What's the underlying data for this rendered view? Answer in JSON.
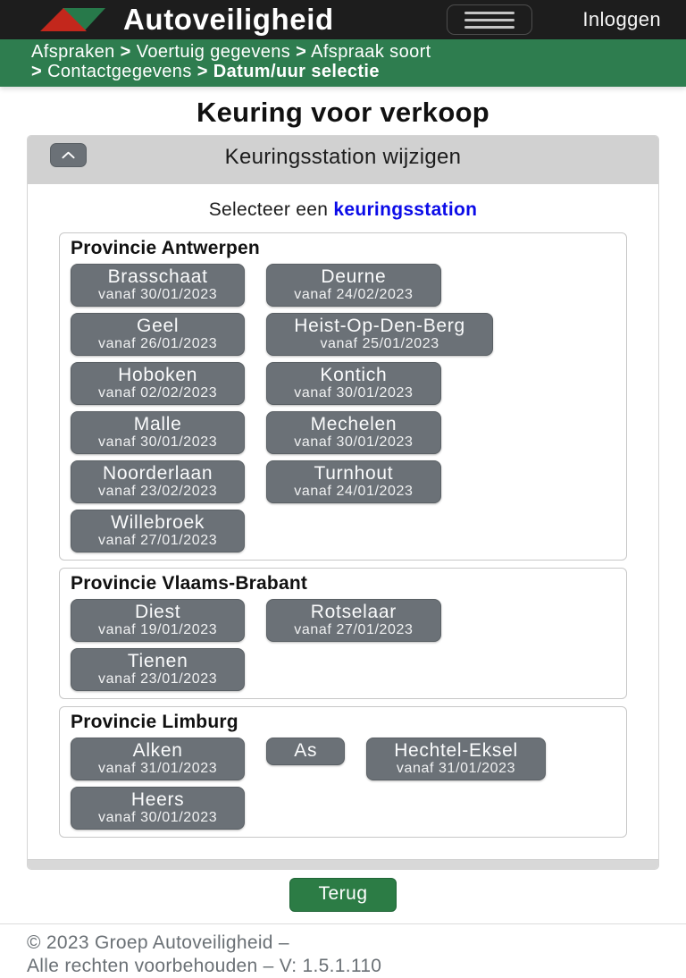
{
  "header": {
    "brand": "Autoveiligheid",
    "login_label": "Inloggen"
  },
  "breadcrumb": {
    "separator": ">",
    "items": [
      "Afspraken",
      "Voertuig gegevens",
      "Afspraak soort",
      "Contactgegevens",
      "Datum/uur selectie"
    ]
  },
  "page": {
    "title": "Keuring voor verkoop"
  },
  "panel": {
    "header_title": "Keuringsstation wijzigen",
    "prompt_prefix": "Selecteer een ",
    "prompt_link": "keuringsstation",
    "provinces": [
      {
        "name": "Provincie Antwerpen",
        "stations": [
          {
            "name": "Brasschaat",
            "vanaf": "vanaf 30/01/2023"
          },
          {
            "name": "Deurne",
            "vanaf": "vanaf 24/02/2023"
          },
          {
            "name": "Geel",
            "vanaf": "vanaf 26/01/2023"
          },
          {
            "name": "Heist-Op-Den-Berg",
            "vanaf": "vanaf 25/01/2023"
          },
          {
            "name": "Hoboken",
            "vanaf": "vanaf 02/02/2023"
          },
          {
            "name": "Kontich",
            "vanaf": "vanaf 30/01/2023"
          },
          {
            "name": "Malle",
            "vanaf": "vanaf 30/01/2023"
          },
          {
            "name": "Mechelen",
            "vanaf": "vanaf 30/01/2023"
          },
          {
            "name": "Noorderlaan",
            "vanaf": "vanaf 23/02/2023"
          },
          {
            "name": "Turnhout",
            "vanaf": "vanaf 24/01/2023"
          },
          {
            "name": "Willebroek",
            "vanaf": "vanaf 27/01/2023"
          }
        ]
      },
      {
        "name": "Provincie Vlaams-Brabant",
        "stations": [
          {
            "name": "Diest",
            "vanaf": "vanaf 19/01/2023"
          },
          {
            "name": "Rotselaar",
            "vanaf": "vanaf 27/01/2023"
          },
          {
            "name": "Tienen",
            "vanaf": "vanaf 23/01/2023"
          }
        ]
      },
      {
        "name": "Provincie Limburg",
        "stations": [
          {
            "name": "Alken",
            "vanaf": "vanaf 31/01/2023"
          },
          {
            "name": "As",
            "vanaf": null
          },
          {
            "name": "Hechtel-Eksel",
            "vanaf": "vanaf 31/01/2023"
          },
          {
            "name": "Heers",
            "vanaf": "vanaf 30/01/2023"
          }
        ]
      }
    ]
  },
  "actions": {
    "back_label": "Terug"
  },
  "footer": {
    "line1": "© 2023 Groep Autoveiligheid –",
    "line2": "Alle rechten voorbehouden – V: 1.5.1.110"
  },
  "colors": {
    "header_bg": "#1d1d1d",
    "breadcrumb_green": "#2e7d4f",
    "logo_red": "#c3271c",
    "logo_green": "#27794a",
    "station_button_gray": "#6b7177",
    "link_blue": "#0b0be8",
    "back_button_green": "#2c7c45",
    "card_header_gray": "#d1d1d1"
  }
}
